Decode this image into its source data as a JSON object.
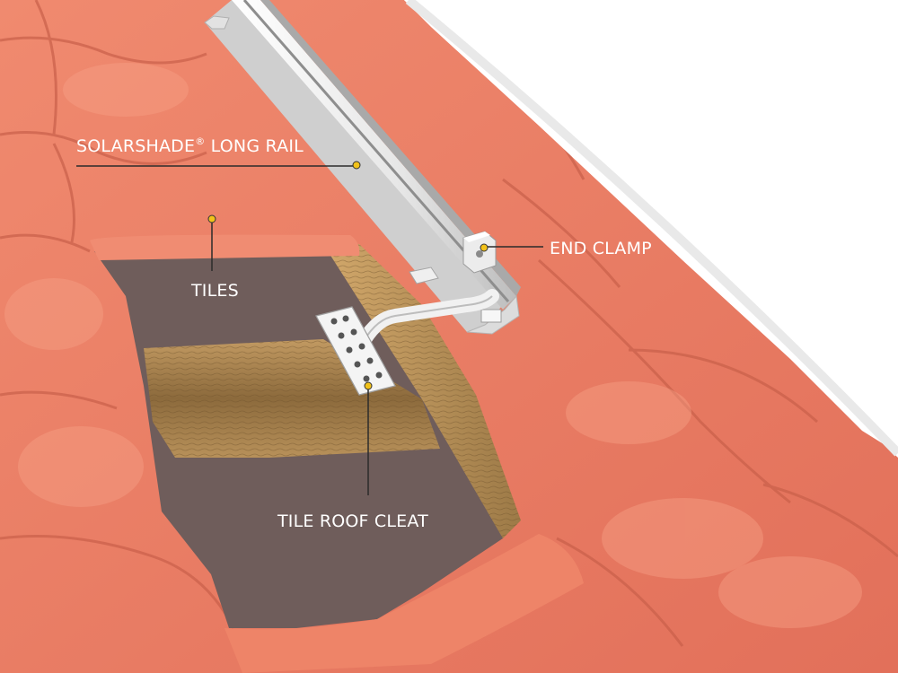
{
  "labels": {
    "rail": {
      "name": "SOLARSHADE",
      "mark": "®",
      "suffix": " LONG RAIL"
    },
    "tiles": "TILES",
    "end_clamp": "END CLAMP",
    "cleat": "TILE ROOF CLEAT"
  },
  "colors": {
    "tile": "#ea7a5f",
    "tile_dark": "#d0614a",
    "tile_light": "#f39479",
    "membrane": "#6b5a58",
    "wood": "#a98553",
    "wood_dark": "#7d5f36",
    "rail": "#eeeeee",
    "rail_shadow": "#b9b9b9",
    "leader": "#2b2b2b",
    "dot": "#f2c21a",
    "label_text": "#ffffff"
  }
}
